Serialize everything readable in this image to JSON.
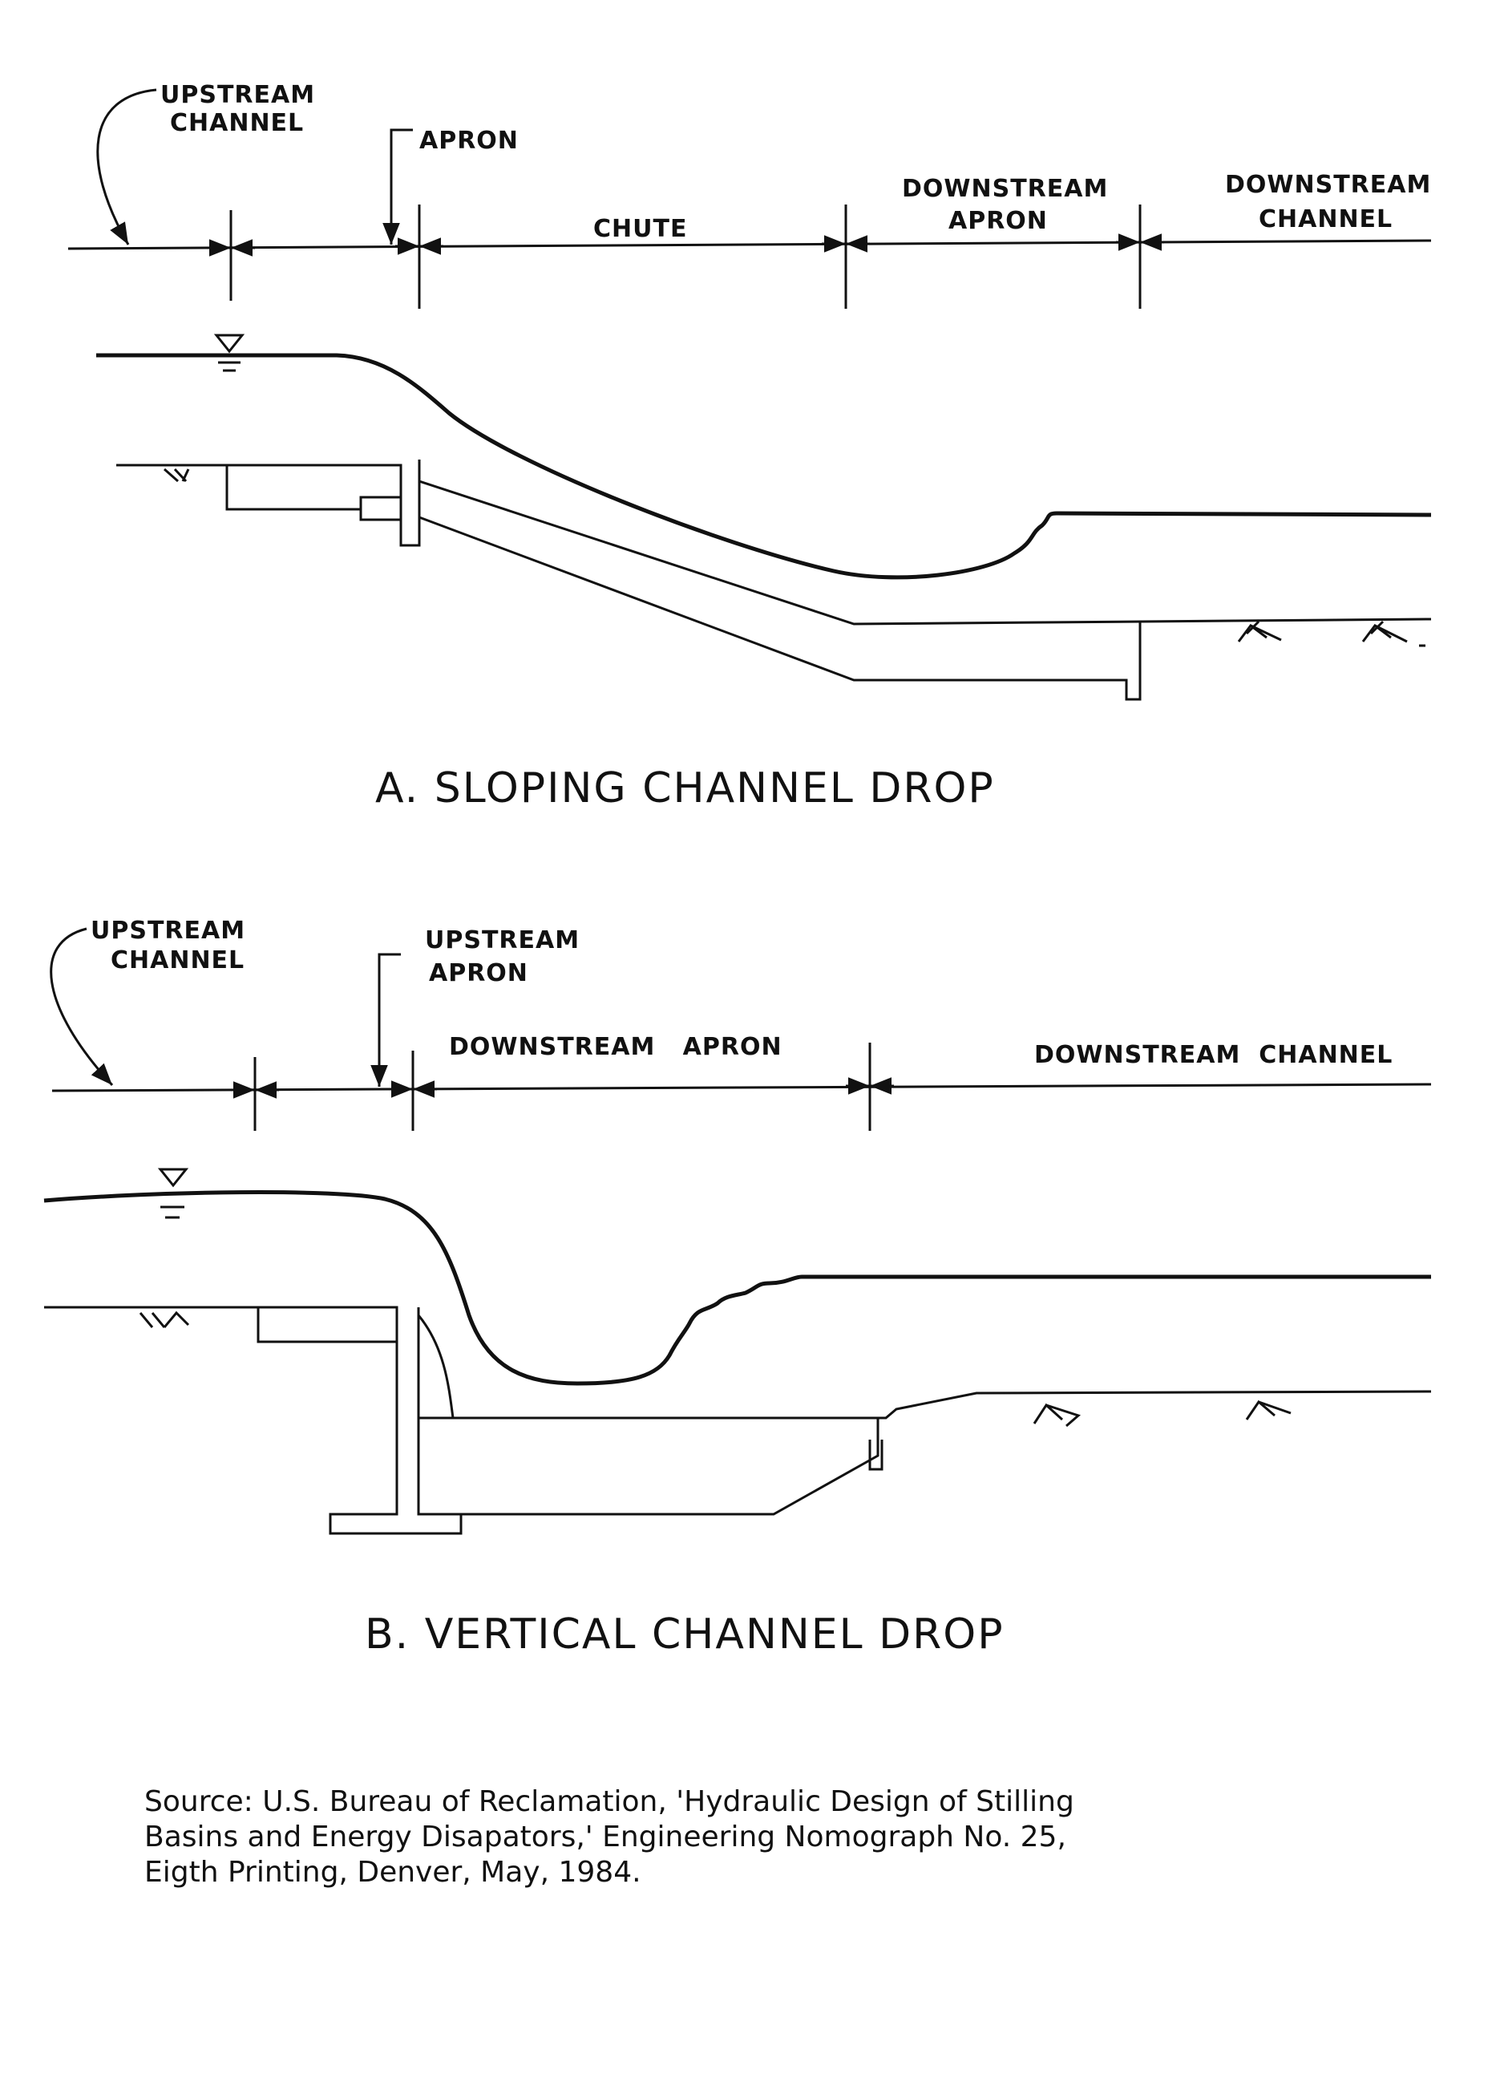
{
  "figure_a": {
    "labels": {
      "upstream_channel": [
        "UPSTREAM",
        "CHANNEL"
      ],
      "apron": "APRON",
      "chute": "CHUTE",
      "downstream_apron": [
        "DOWNSTREAM",
        "APRON"
      ],
      "downstream_channel": [
        "DOWNSTREAM",
        "CHANNEL"
      ]
    },
    "title": "A. SLOPING CHANNEL DROP"
  },
  "figure_b": {
    "labels": {
      "upstream_channel": [
        "UPSTREAM",
        "CHANNEL"
      ],
      "upstream_apron": [
        "UPSTREAM",
        "APRON"
      ],
      "downstream_apron": "DOWNSTREAM   APRON",
      "downstream_channel": "DOWNSTREAM  CHANNEL"
    },
    "title": "B. VERTICAL CHANNEL DROP"
  },
  "source": {
    "lines": [
      "Source: U.S. Bureau of Reclamation, 'Hydraulic Design of Stilling",
      "Basins and Energy Disapators,' Engineering Nomograph No. 25,",
      "Eigth Printing, Denver, May, 1984."
    ]
  }
}
